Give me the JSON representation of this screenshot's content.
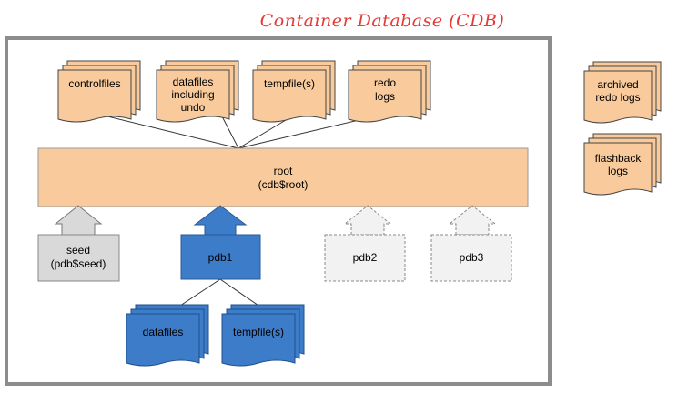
{
  "title": "Container Database (CDB)",
  "files_top": [
    {
      "lines": [
        "controlfiles"
      ]
    },
    {
      "lines": [
        "datafiles",
        "including",
        "undo"
      ]
    },
    {
      "lines": [
        "tempfile(s)"
      ]
    },
    {
      "lines": [
        "redo",
        "logs"
      ]
    }
  ],
  "root": {
    "lines": [
      "root",
      "(cdb$root)"
    ]
  },
  "pdbs": [
    {
      "lines": [
        "seed",
        "(pdb$seed)"
      ]
    },
    {
      "lines": [
        "pdb1"
      ]
    },
    {
      "lines": [
        "pdb2"
      ]
    },
    {
      "lines": [
        "pdb3"
      ]
    }
  ],
  "pdb1_files": [
    {
      "lines": [
        "datafiles"
      ]
    },
    {
      "lines": [
        "tempfile(s)"
      ]
    }
  ],
  "side_files": [
    {
      "lines": [
        "archived",
        "redo logs"
      ]
    },
    {
      "lines": [
        "flashback",
        "logs"
      ]
    }
  ],
  "colors": {
    "peach": "#f9cb9c",
    "blue": "#3d7cc9",
    "gray": "#d9d9d9",
    "frame": "#8c8c8c",
    "title": "#e53935"
  }
}
